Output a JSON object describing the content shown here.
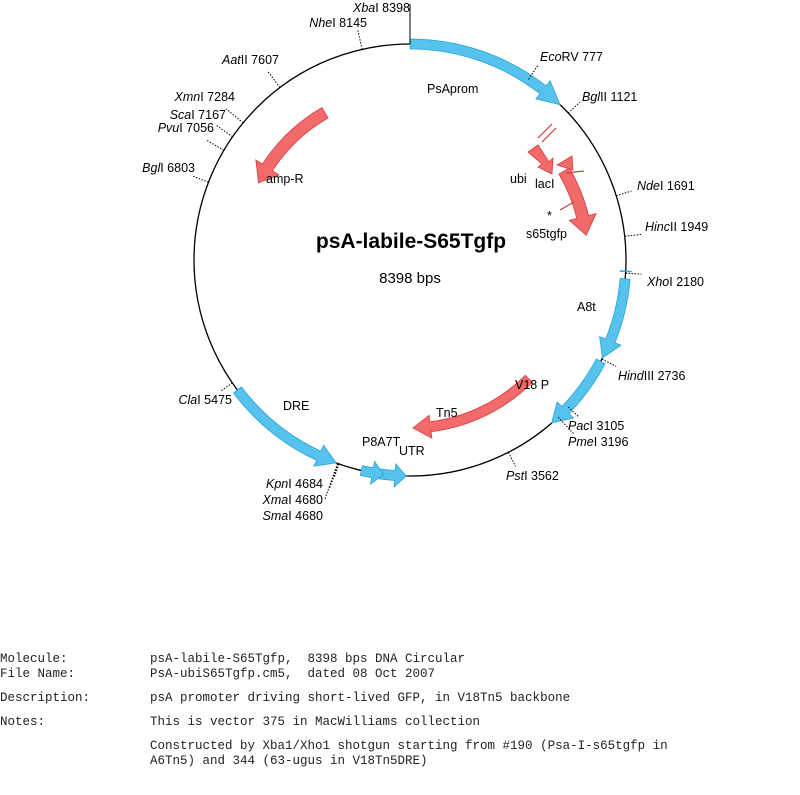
{
  "molecule": {
    "name": "psA-labile-S65Tgfp",
    "size_label": "8398 bps",
    "total_bp": 8398
  },
  "colors": {
    "backbone_feature": "#55c3ee",
    "insert_feature": "#f26a6a",
    "backbone_stroke": "#2aa3d6",
    "insert_stroke": "#d83c3c",
    "circle": "#000000"
  },
  "sites": [
    {
      "enzyme": "Xba",
      "numeral": "I",
      "position": "8398"
    },
    {
      "enzyme": "Nhe",
      "numeral": "I",
      "position": "8145"
    },
    {
      "enzyme": "Aat",
      "numeral": "II",
      "position": "7607"
    },
    {
      "enzyme": "Xmn",
      "numeral": "I",
      "position": "7284"
    },
    {
      "enzyme": "Sca",
      "numeral": "I",
      "position": "7167"
    },
    {
      "enzyme": "Pvu",
      "numeral": "I",
      "position": "7056"
    },
    {
      "enzyme": "Bgl",
      "numeral": "I",
      "position": "6803"
    },
    {
      "enzyme": "Eco",
      "numeral": "RV",
      "position": "777"
    },
    {
      "enzyme": "Bgl",
      "numeral": "II",
      "position": "1121"
    },
    {
      "enzyme": "Nde",
      "numeral": "I",
      "position": "1691"
    },
    {
      "enzyme": "Hinc",
      "numeral": "II",
      "position": "1949"
    },
    {
      "enzyme": "Xho",
      "numeral": "I",
      "position": "2180"
    },
    {
      "enzyme": "Hind",
      "numeral": "III",
      "position": "2736"
    },
    {
      "enzyme": "Pac",
      "numeral": "I",
      "position": "3105"
    },
    {
      "enzyme": "Pme",
      "numeral": "I",
      "position": "3196"
    },
    {
      "enzyme": "Pst",
      "numeral": "I",
      "position": "3562"
    },
    {
      "enzyme": "Cla",
      "numeral": "I",
      "position": "5475"
    },
    {
      "enzyme": "Kpn",
      "numeral": "I",
      "position": "4684"
    },
    {
      "enzyme": "Xma",
      "numeral": "I",
      "position": "4680"
    },
    {
      "enzyme": "Sma",
      "numeral": "I",
      "position": "4680"
    }
  ],
  "features": {
    "psaprom": "PsAprom",
    "amp_r": "amp-R",
    "ubi": "ubi",
    "laci": "lacI",
    "s65tgfp": "s65tgfp",
    "star": "*",
    "a8t": "A8t",
    "v18p": "V18 P",
    "tn5": "Tn5",
    "p8a7t": "P8A7T",
    "utr": "UTR",
    "dre": "DRE"
  },
  "info": {
    "molecule_key": "Molecule:",
    "molecule_val": "psA-labile-S65Tgfp,  8398 bps DNA Circular",
    "file_key": "File Name:",
    "file_val": "PsA-ubiS65Tgfp.cm5,  dated 08 Oct 2007",
    "desc_key": "Description:",
    "desc_val": "psA promoter driving short-lived GFP, in V18Tn5 backbone",
    "notes_key": "Notes:",
    "notes_val1": "This is vector 375 in MacWilliams collection",
    "notes_val2": "Constructed by Xba1/Xho1 shotgun starting from #190 (Psa-I-s65tgfp in\nA6Tn5) and 344 (63-ugus in V18Tn5DRE)"
  }
}
